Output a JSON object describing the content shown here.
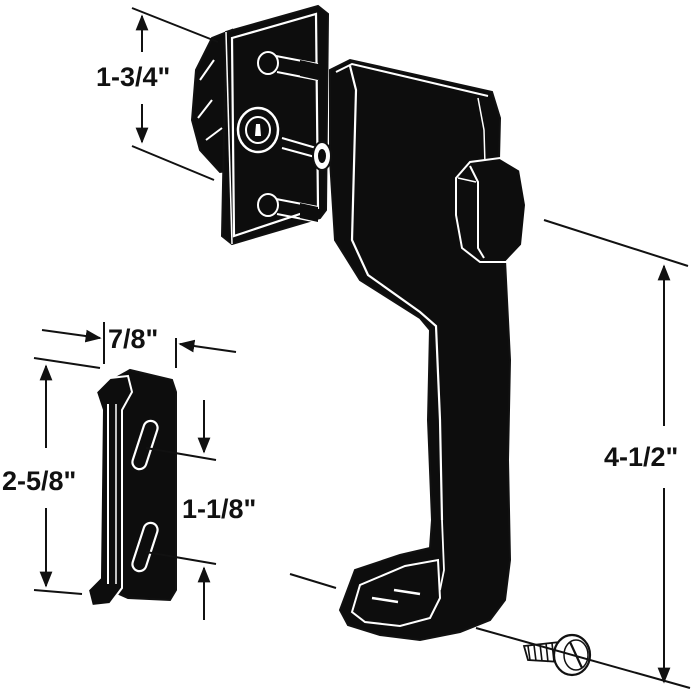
{
  "dimensions": {
    "keeper_mount_height": "1-3/4\"",
    "strike_width": "7/8\"",
    "strike_height": "2-5/8\"",
    "strike_hole_spacing": "1-1/8\"",
    "handle_height": "4-1/2\""
  },
  "colors": {
    "ink": "#111111",
    "part_fill": "#0d0d0d",
    "highlight": "#ffffff",
    "background": "#ffffff"
  },
  "icons": {
    "handle": "push-button-handle-icon",
    "plate": "mounting-plate-icon",
    "strike": "strike-plate-icon",
    "screw": "mounting-screw-icon"
  }
}
